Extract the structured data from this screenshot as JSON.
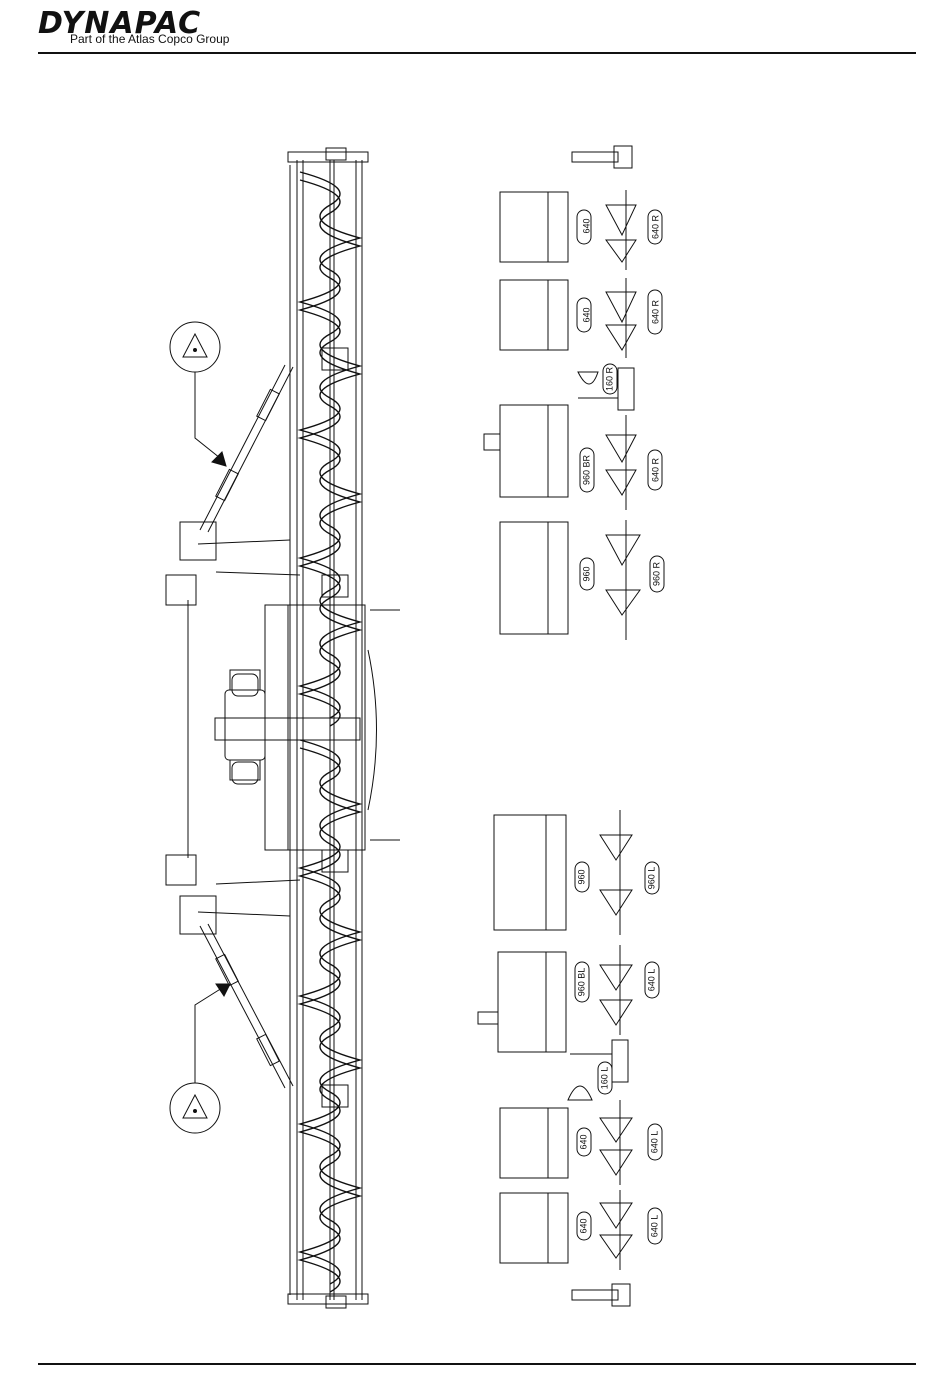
{
  "header": {
    "logo": "DYNAPAC",
    "tagline": "Part of the Atlas Copco Group"
  },
  "labels": {
    "r1a": "640",
    "r1b": "640 R",
    "r2a": "640",
    "r2b": "640 R",
    "r3s": "160 R",
    "r3a": "960 BR",
    "r3b": "640 R",
    "r4a": "960",
    "r4b": "960 R",
    "l1a": "960",
    "l1b": "960 L",
    "l2a": "960 BL",
    "l2b": "640 L",
    "l3s": "160 L",
    "l4a": "640",
    "l4b": "640 L",
    "l5a": "640",
    "l5b": "640 L"
  },
  "icons": {
    "warning_top": "warning-triangle-icon",
    "warning_bottom": "warning-triangle-icon"
  }
}
